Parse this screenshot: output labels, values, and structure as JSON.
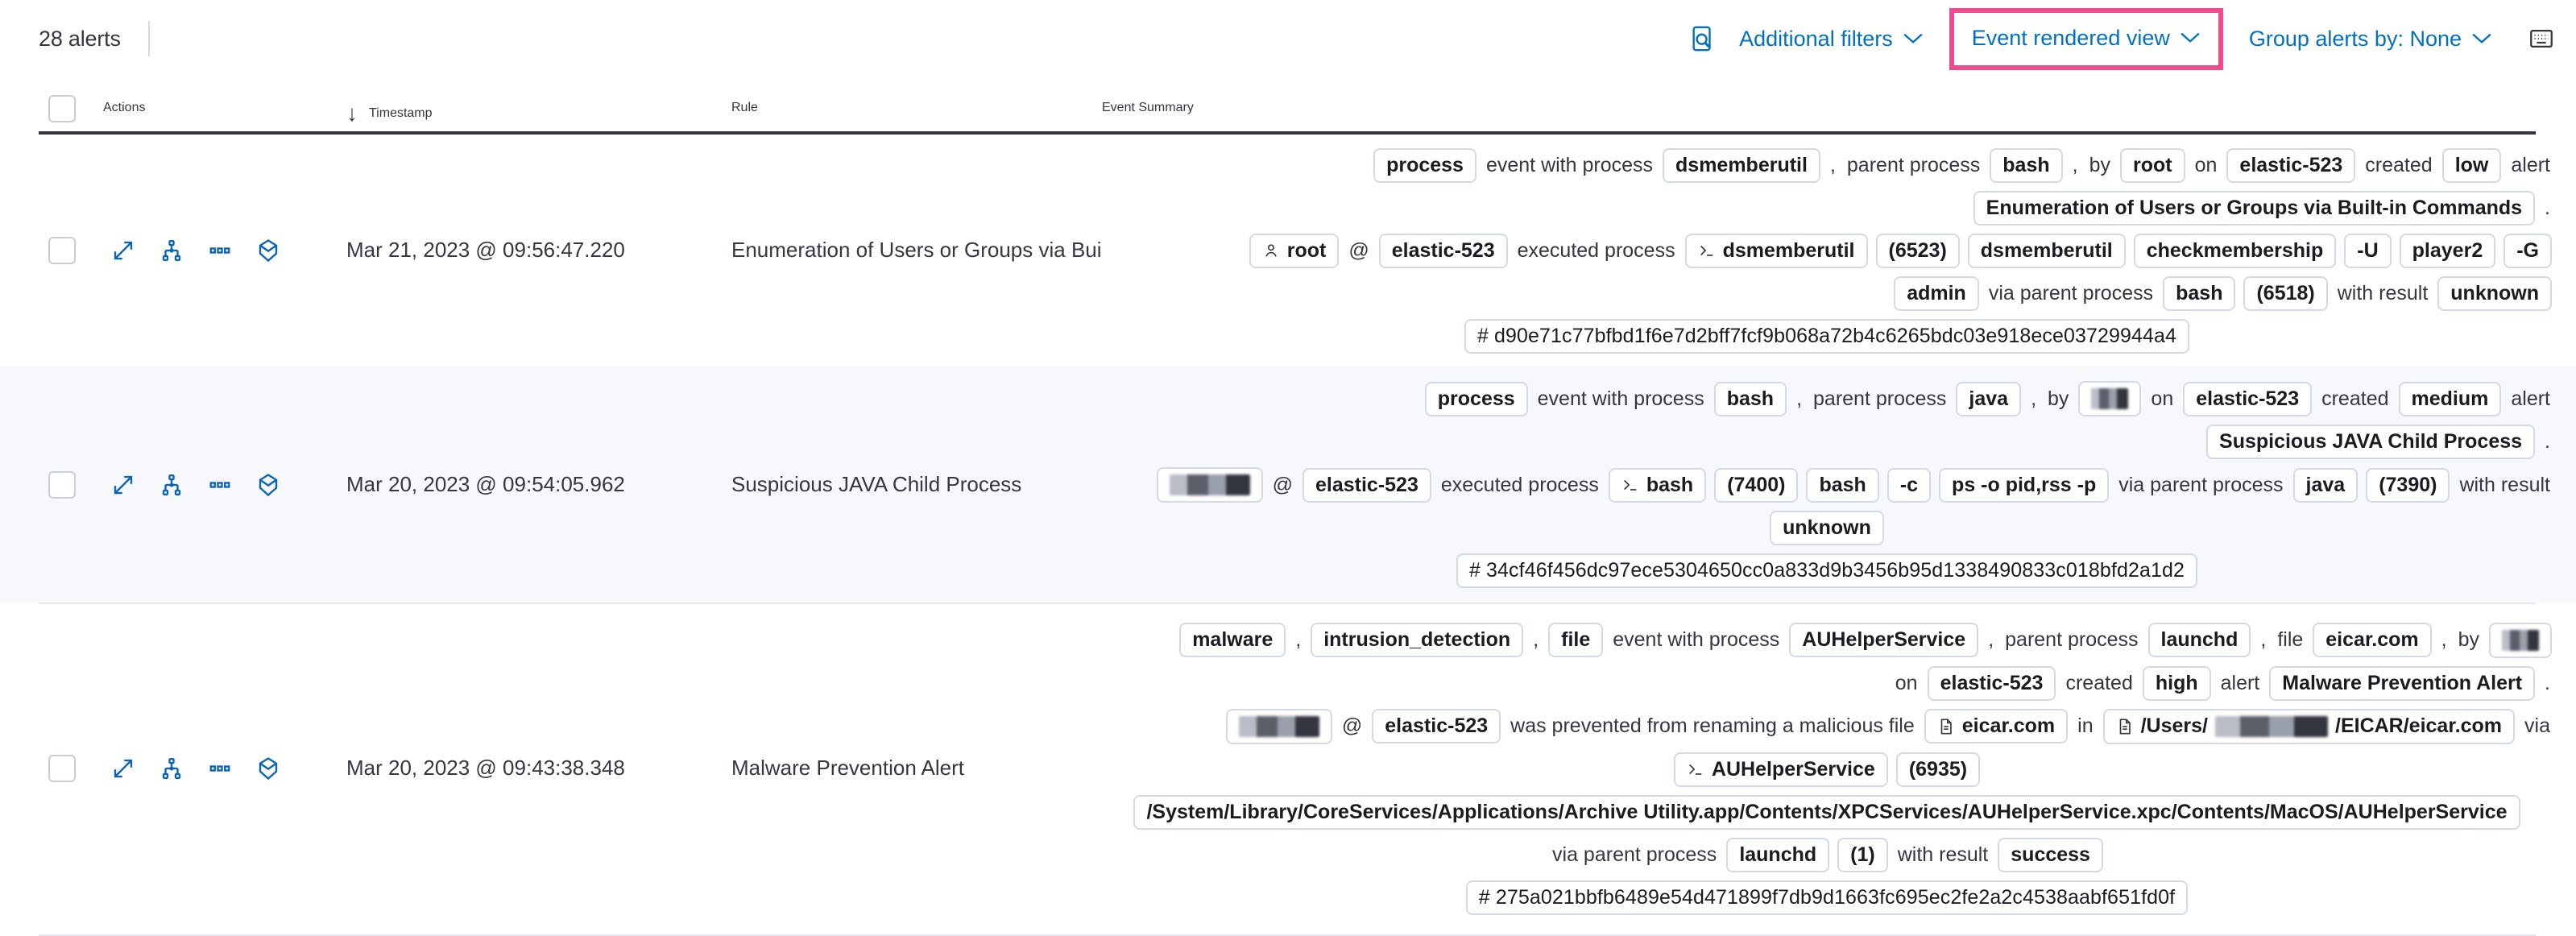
{
  "toolbar": {
    "alert_count": "28 alerts",
    "inspect_icon": "inspect-icon",
    "additional_filters": "Additional filters",
    "event_rendered_view": "Event rendered view",
    "group_alerts_by": "Group alerts by: None",
    "keyboard_icon": "keyboard-shortcuts-icon",
    "chevron": "⌄",
    "highlight_color": "#ee4c8c",
    "link_color": "#0071c2"
  },
  "table": {
    "columns": {
      "actions": "Actions",
      "timestamp": "Timestamp",
      "sort_arrow": "↓",
      "rule": "Rule",
      "event_summary": "Event Summary"
    },
    "rows": [
      {
        "timestamp": "Mar 21, 2023 @ 09:56:47.220",
        "rule": "Enumeration of Users or Groups via Bui",
        "lines": [
          {
            "align": "right",
            "parts": [
              {
                "t": "chip",
                "v": "process"
              },
              {
                "t": "txt",
                "v": "event with process"
              },
              {
                "t": "chip",
                "v": "dsmemberutil"
              },
              {
                "t": "txt",
                "v": ","
              },
              {
                "t": "txt",
                "v": "parent process"
              },
              {
                "t": "chip",
                "v": "bash"
              },
              {
                "t": "txt",
                "v": ","
              },
              {
                "t": "txt",
                "v": "by"
              },
              {
                "t": "chip",
                "v": "root"
              },
              {
                "t": "txt",
                "v": "on"
              },
              {
                "t": "chip",
                "v": "elastic-523"
              },
              {
                "t": "txt",
                "v": "created"
              },
              {
                "t": "chip",
                "v": "low"
              },
              {
                "t": "txt",
                "v": "alert"
              }
            ]
          },
          {
            "align": "right",
            "parts": [
              {
                "t": "chip",
                "v": "Enumeration of Users or Groups via Built-in Commands"
              },
              {
                "t": "txt",
                "v": "."
              }
            ]
          },
          {
            "align": "right",
            "parts": [
              {
                "t": "chip",
                "v": "root",
                "icon": "user-icon"
              },
              {
                "t": "txt",
                "v": "@"
              },
              {
                "t": "chip",
                "v": "elastic-523"
              },
              {
                "t": "txt",
                "v": "executed process"
              },
              {
                "t": "chip",
                "v": "dsmemberutil",
                "icon": "console-icon"
              },
              {
                "t": "chip",
                "v": "(6523)"
              },
              {
                "t": "chip",
                "v": "dsmemberutil"
              },
              {
                "t": "chip",
                "v": "checkmembership"
              },
              {
                "t": "chip",
                "v": "-U"
              },
              {
                "t": "chip",
                "v": "player2"
              },
              {
                "t": "chip",
                "v": "-G"
              }
            ]
          },
          {
            "align": "right",
            "parts": [
              {
                "t": "chip",
                "v": "admin"
              },
              {
                "t": "txt",
                "v": "via parent process"
              },
              {
                "t": "chip",
                "v": "bash"
              },
              {
                "t": "chip",
                "v": "(6518)"
              },
              {
                "t": "txt",
                "v": "with result"
              },
              {
                "t": "chip",
                "v": "unknown"
              }
            ]
          },
          {
            "align": "center",
            "parts": [
              {
                "t": "chip",
                "v": "#  d90e71c77bfbd1f6e7d2bff7fcf9b068a72b4c6265bdc03e918ece03729944a4",
                "cls": "hash"
              }
            ]
          }
        ]
      },
      {
        "timestamp": "Mar 20, 2023 @ 09:54:05.962",
        "rule": "Suspicious JAVA Child Process",
        "lines": [
          {
            "align": "right",
            "parts": [
              {
                "t": "chip",
                "v": "process"
              },
              {
                "t": "txt",
                "v": "event with process"
              },
              {
                "t": "chip",
                "v": "bash"
              },
              {
                "t": "txt",
                "v": ","
              },
              {
                "t": "txt",
                "v": "parent process"
              },
              {
                "t": "chip",
                "v": "java"
              },
              {
                "t": "txt",
                "v": ","
              },
              {
                "t": "txt",
                "v": "by"
              },
              {
                "t": "chip",
                "v": "",
                "redact": 1
              },
              {
                "t": "txt",
                "v": "on"
              },
              {
                "t": "chip",
                "v": "elastic-523"
              },
              {
                "t": "txt",
                "v": "created"
              },
              {
                "t": "chip",
                "v": "medium"
              },
              {
                "t": "txt",
                "v": "alert"
              }
            ]
          },
          {
            "align": "right",
            "parts": [
              {
                "t": "chip",
                "v": "Suspicious JAVA Child Process"
              },
              {
                "t": "txt",
                "v": "."
              }
            ]
          },
          {
            "align": "right",
            "parts": [
              {
                "t": "chip",
                "v": "",
                "redact": 2
              },
              {
                "t": "txt",
                "v": "@"
              },
              {
                "t": "chip",
                "v": "elastic-523"
              },
              {
                "t": "txt",
                "v": "executed process"
              },
              {
                "t": "chip",
                "v": "bash",
                "icon": "console-icon"
              },
              {
                "t": "chip",
                "v": "(7400)"
              },
              {
                "t": "chip",
                "v": "bash"
              },
              {
                "t": "chip",
                "v": "-c"
              },
              {
                "t": "chip",
                "v": "ps -o pid,rss -p"
              },
              {
                "t": "txt",
                "v": "via parent process"
              },
              {
                "t": "chip",
                "v": "java"
              },
              {
                "t": "chip",
                "v": "(7390)"
              },
              {
                "t": "txt",
                "v": "with result"
              }
            ]
          },
          {
            "align": "center",
            "parts": [
              {
                "t": "chip",
                "v": "unknown"
              }
            ]
          },
          {
            "align": "center",
            "parts": [
              {
                "t": "chip",
                "v": "#  34cf46f456dc97ece5304650cc0a833d9b3456b95d1338490833c018bfd2a1d2",
                "cls": "hash"
              }
            ]
          }
        ]
      },
      {
        "timestamp": "Mar 20, 2023 @ 09:43:38.348",
        "rule": "Malware Prevention Alert",
        "lines": [
          {
            "align": "right",
            "parts": [
              {
                "t": "chip",
                "v": "malware"
              },
              {
                "t": "txt",
                "v": ","
              },
              {
                "t": "chip",
                "v": "intrusion_detection"
              },
              {
                "t": "txt",
                "v": ","
              },
              {
                "t": "chip",
                "v": "file"
              },
              {
                "t": "txt",
                "v": "event with process"
              },
              {
                "t": "chip",
                "v": "AUHelperService"
              },
              {
                "t": "txt",
                "v": ","
              },
              {
                "t": "txt",
                "v": "parent process"
              },
              {
                "t": "chip",
                "v": "launchd"
              },
              {
                "t": "txt",
                "v": ","
              },
              {
                "t": "txt",
                "v": "file"
              },
              {
                "t": "chip",
                "v": "eicar.com"
              },
              {
                "t": "txt",
                "v": ","
              },
              {
                "t": "txt",
                "v": "by"
              },
              {
                "t": "chip",
                "v": "",
                "redact": 1
              }
            ]
          },
          {
            "align": "right",
            "parts": [
              {
                "t": "txt",
                "v": "on"
              },
              {
                "t": "chip",
                "v": "elastic-523"
              },
              {
                "t": "txt",
                "v": "created"
              },
              {
                "t": "chip",
                "v": "high"
              },
              {
                "t": "txt",
                "v": "alert"
              },
              {
                "t": "chip",
                "v": "Malware Prevention Alert"
              },
              {
                "t": "txt",
                "v": "."
              }
            ]
          },
          {
            "align": "right",
            "parts": [
              {
                "t": "chip",
                "v": "",
                "redact": 2
              },
              {
                "t": "txt",
                "v": "@"
              },
              {
                "t": "chip",
                "v": "elastic-523"
              },
              {
                "t": "txt",
                "v": "was prevented from renaming a malicious file"
              },
              {
                "t": "chip",
                "v": "eicar.com",
                "icon": "file-icon"
              },
              {
                "t": "txt",
                "v": "in"
              },
              {
                "t": "chip",
                "v": "/Users/",
                "suffix": "/EICAR/eicar.com",
                "icon": "file-icon",
                "redactmid": 3
              },
              {
                "t": "txt",
                "v": "via"
              }
            ]
          },
          {
            "align": "center",
            "parts": [
              {
                "t": "chip",
                "v": "AUHelperService",
                "icon": "console-icon"
              },
              {
                "t": "chip",
                "v": "(6935)"
              }
            ]
          },
          {
            "align": "center",
            "parts": [
              {
                "t": "chip",
                "v": "/System/Library/CoreServices/Applications/Archive Utility.app/Contents/XPCServices/AUHelperService.xpc/Contents/MacOS/AUHelperService"
              }
            ]
          },
          {
            "align": "center",
            "parts": [
              {
                "t": "txt",
                "v": "via parent process"
              },
              {
                "t": "chip",
                "v": "launchd"
              },
              {
                "t": "chip",
                "v": "(1)"
              },
              {
                "t": "txt",
                "v": "with result"
              },
              {
                "t": "chip",
                "v": "success"
              }
            ]
          },
          {
            "align": "center",
            "parts": [
              {
                "t": "chip",
                "v": "#  275a021bbfb6489e54d471899f7db9d1663fc695ec2fe2a2c4538aabf651fd0f",
                "cls": "hash"
              }
            ]
          }
        ]
      }
    ],
    "row_action_icons": [
      "expand-icon",
      "analyzer-icon",
      "more-actions-icon",
      "session-view-icon"
    ]
  }
}
